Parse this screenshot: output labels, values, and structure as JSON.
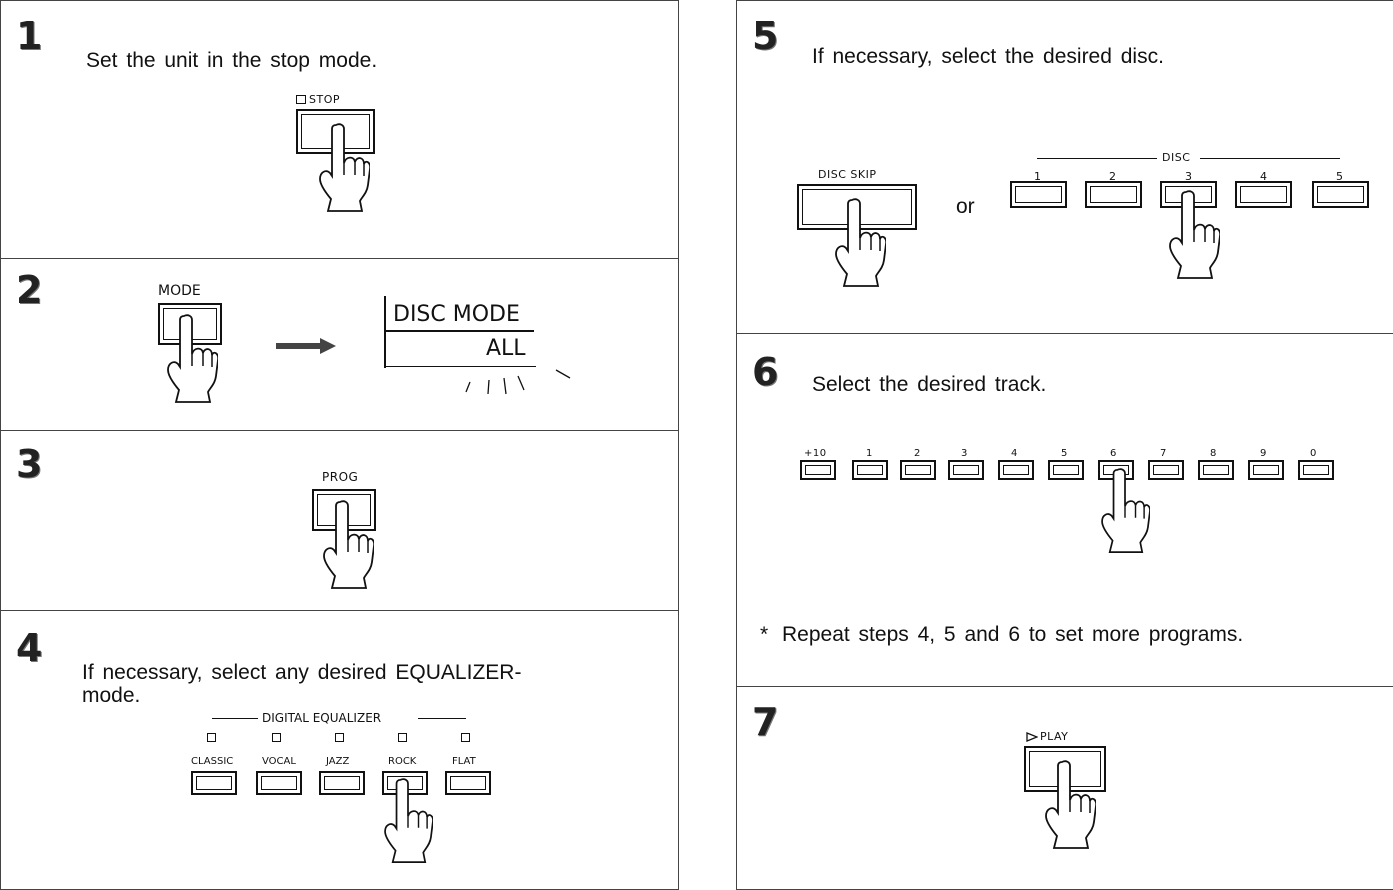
{
  "steps": {
    "s1": {
      "number": "1",
      "text": "Set the unit in the stop mode.",
      "button_label": "STOP"
    },
    "s2": {
      "number": "2",
      "button_label": "MODE",
      "display_line1": "DISC MODE",
      "display_line2": "ALL"
    },
    "s3": {
      "number": "3",
      "button_label": "PROG"
    },
    "s4": {
      "number": "4",
      "text_line1": "If necessary, select any desired EQUALIZER-",
      "text_line2": "mode.",
      "group_label": "DIGITAL EQUALIZER",
      "buttons": [
        "CLASSIC",
        "VOCAL",
        "JAZZ",
        "ROCK",
        "FLAT"
      ]
    },
    "s5": {
      "number": "5",
      "text": "If necessary, select the desired disc.",
      "skip_label": "DISC SKIP",
      "or_text": "or",
      "disc_group_label": "DISC",
      "disc_buttons": [
        "1",
        "2",
        "3",
        "4",
        "5"
      ]
    },
    "s6": {
      "number": "6",
      "text": "Select the desired track.",
      "track_buttons": [
        "+10",
        "1",
        "2",
        "3",
        "4",
        "5",
        "6",
        "7",
        "8",
        "9",
        "0"
      ]
    },
    "note": {
      "marker": "*",
      "text": "Repeat steps 4, 5 and 6 to set more programs."
    },
    "s7": {
      "number": "7",
      "button_label": "PLAY"
    }
  },
  "icons": [
    "hand-pressing-icon",
    "arrow-right-icon",
    "play-triangle-icon",
    "indicator-led-icon"
  ]
}
